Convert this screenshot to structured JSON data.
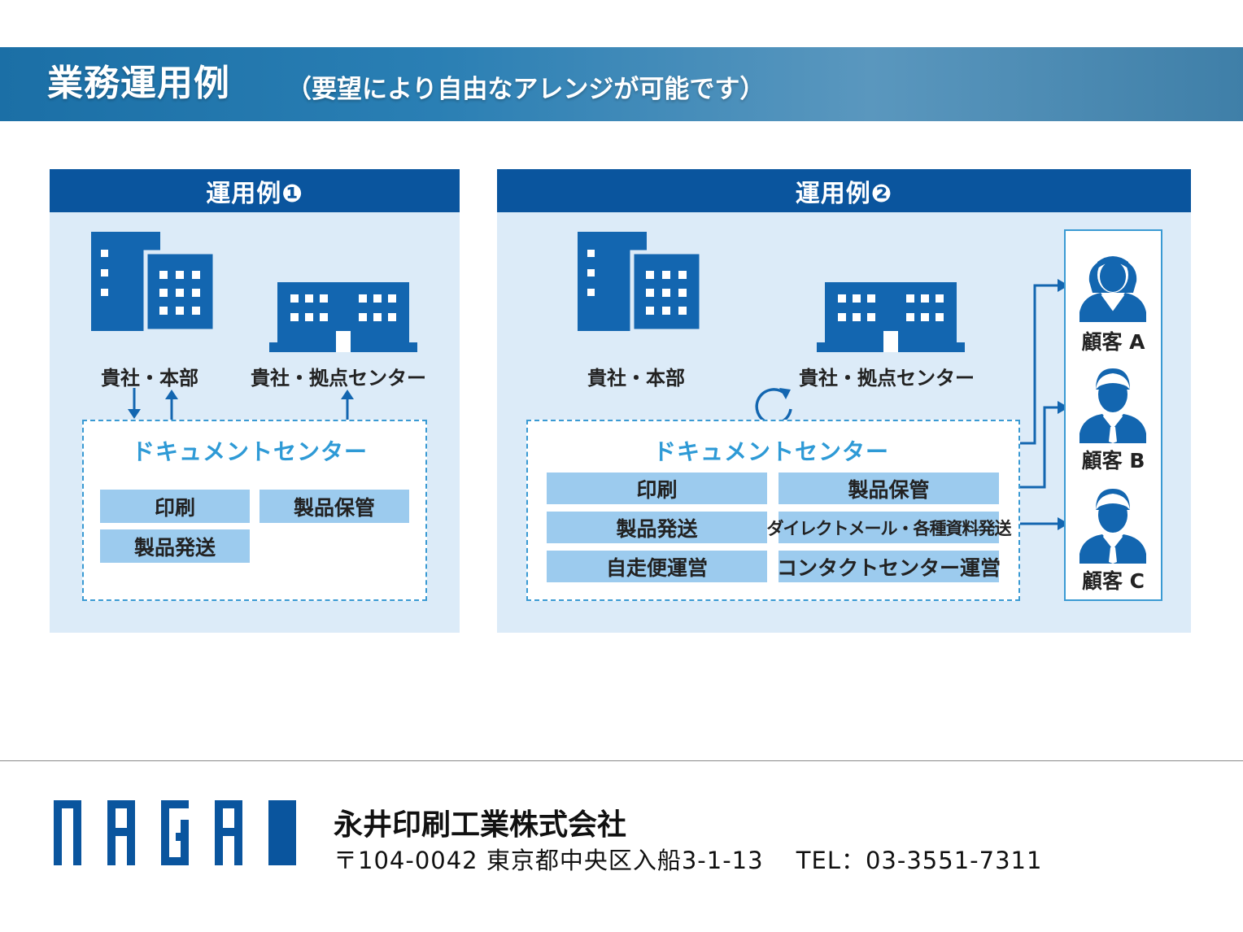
{
  "header": {
    "title": "業務運用例",
    "subtitle": "（要望により自由なアレンジが可能です）"
  },
  "example1": {
    "title": "運用例❶",
    "hq_label": "貴社・本部",
    "center_label": "貴社・拠点センター",
    "doc_center_title": "ドキュメントセンター",
    "services": [
      "印刷",
      "製品保管",
      "製品発送"
    ]
  },
  "example2": {
    "title": "運用例❷",
    "hq_label": "貴社・本部",
    "center_label": "貴社・拠点センター",
    "doc_center_title": "ドキュメントセンター",
    "services": [
      "印刷",
      "製品保管",
      "製品発送",
      "ダイレクトメール・各種資料発送",
      "自走便運営",
      "コンタクトセンター運営"
    ],
    "customers": [
      "顧客 A",
      "顧客 B",
      "顧客 C"
    ]
  },
  "colors": {
    "primary": "#0a559e",
    "icon": "#1366b0",
    "accent": "#2e9ad6",
    "panel": "#dcebf8",
    "service": "#9ccbee"
  },
  "footer": {
    "logo_text": "NAGAI",
    "company_name": "永井印刷工業株式会社",
    "address": "〒104-0042 東京都中央区入船3-1-13　 TEL：03-3551-7311"
  }
}
